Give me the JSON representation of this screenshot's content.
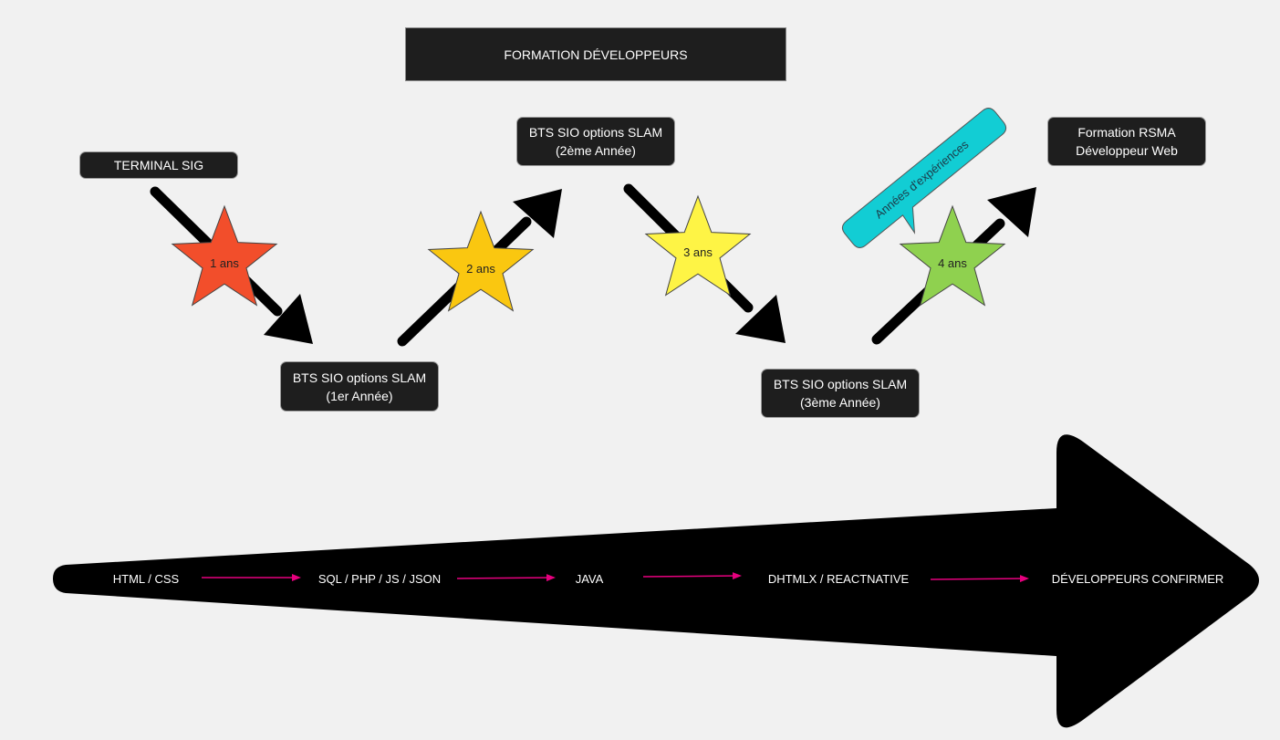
{
  "title": "FORMATION DÉVELOPPEURS",
  "nodes": {
    "terminal_sig": "TERMINAL SIG",
    "bts_1": [
      "BTS SIO options SLAM",
      "(1er Année)"
    ],
    "bts_2": [
      "BTS SIO options SLAM",
      "(2ème Année)"
    ],
    "bts_3": [
      "BTS SIO options SLAM",
      "(3ème Année)"
    ],
    "rsma": [
      "Formation RSMA",
      "Développeur Web"
    ]
  },
  "stars": [
    {
      "label": "1 ans",
      "color": "#f24e2b"
    },
    {
      "label": "2 ans",
      "color": "#fac710"
    },
    {
      "label": "3 ans",
      "color": "#fef445"
    },
    {
      "label": "4 ans",
      "color": "#8fd14f"
    }
  ],
  "callout": {
    "label": "Années d'expériences",
    "color": "#12cdd4"
  },
  "skills_track": {
    "items": [
      "HTML / CSS",
      "SQL / PHP / JS / JSON",
      "JAVA",
      "DHTMLX / REACTNATIVE",
      "DÉVELOPPEURS CONFIRMER"
    ],
    "connector_color": "#e6007e"
  }
}
